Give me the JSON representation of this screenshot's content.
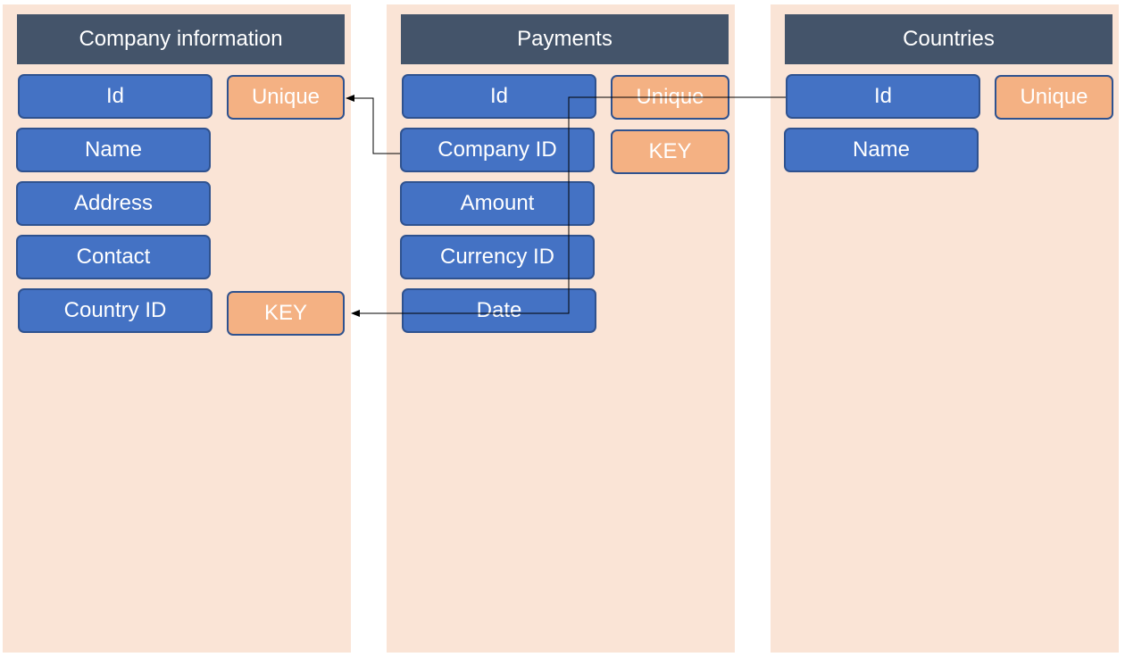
{
  "tables": {
    "company": {
      "title": "Company information",
      "fields": [
        "Id",
        "Name",
        "Address",
        "Contact",
        "Country ID"
      ],
      "tags": {
        "id": "Unique",
        "country_id": "KEY"
      }
    },
    "payments": {
      "title": "Payments",
      "fields": [
        "Id",
        "Company ID",
        "Amount",
        "Currency ID",
        "Date"
      ],
      "tags": {
        "id": "Unique",
        "company_id": "KEY"
      }
    },
    "countries": {
      "title": "Countries",
      "fields": [
        "Id",
        "Name"
      ],
      "tags": {
        "id": "Unique"
      }
    }
  },
  "colors": {
    "panel_bg": "#fae4d6",
    "header_bg": "#44546a",
    "field_bg": "#4472c4",
    "field_border": "#2f528f",
    "tag_bg": "#f4b183",
    "connector": "#000000"
  }
}
